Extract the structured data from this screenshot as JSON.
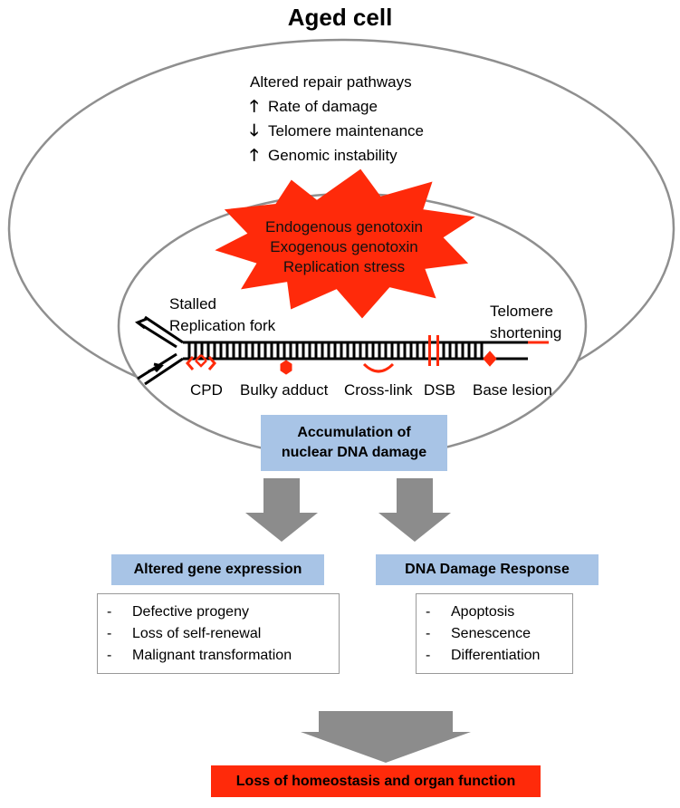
{
  "title": "Aged cell",
  "pathways": {
    "heading": "Altered repair pathways",
    "items": [
      {
        "direction": "up",
        "arrow": "🡑",
        "label": "Rate of damage"
      },
      {
        "direction": "down",
        "arrow": "🡓",
        "label": "Telomere maintenance"
      },
      {
        "direction": "up",
        "arrow": "🡑",
        "label": "Genomic instability"
      }
    ]
  },
  "stressors": [
    "Endogenous genotoxin",
    "Exogenous genotoxin",
    "Replication stress"
  ],
  "dna_labels": {
    "stalled_line1": "Stalled",
    "stalled_line2": "Replication fork",
    "telomere_line1": "Telomere",
    "telomere_line2": "shortening",
    "cpd": "CPD",
    "bulky": "Bulky adduct",
    "crosslink": "Cross-link",
    "dsb": "DSB",
    "base": "Base lesion"
  },
  "accumulation": {
    "line1": "Accumulation of",
    "line2": "nuclear DNA damage"
  },
  "left_panel": {
    "header": "Altered gene expression",
    "items": [
      "Defective progeny",
      "Loss of self-renewal",
      "Malignant transformation"
    ]
  },
  "right_panel": {
    "header": "DNA Damage Response",
    "items": [
      "Apoptosis",
      "Senescence",
      "Differentiation"
    ]
  },
  "outcome": "Loss of homeostasis and organ function",
  "colors": {
    "star_red": "#ff2a0a",
    "box_blue": "#a8c4e6",
    "arrow_gray": "#8c8c8c",
    "lesion_red": "#ff2a0a"
  }
}
